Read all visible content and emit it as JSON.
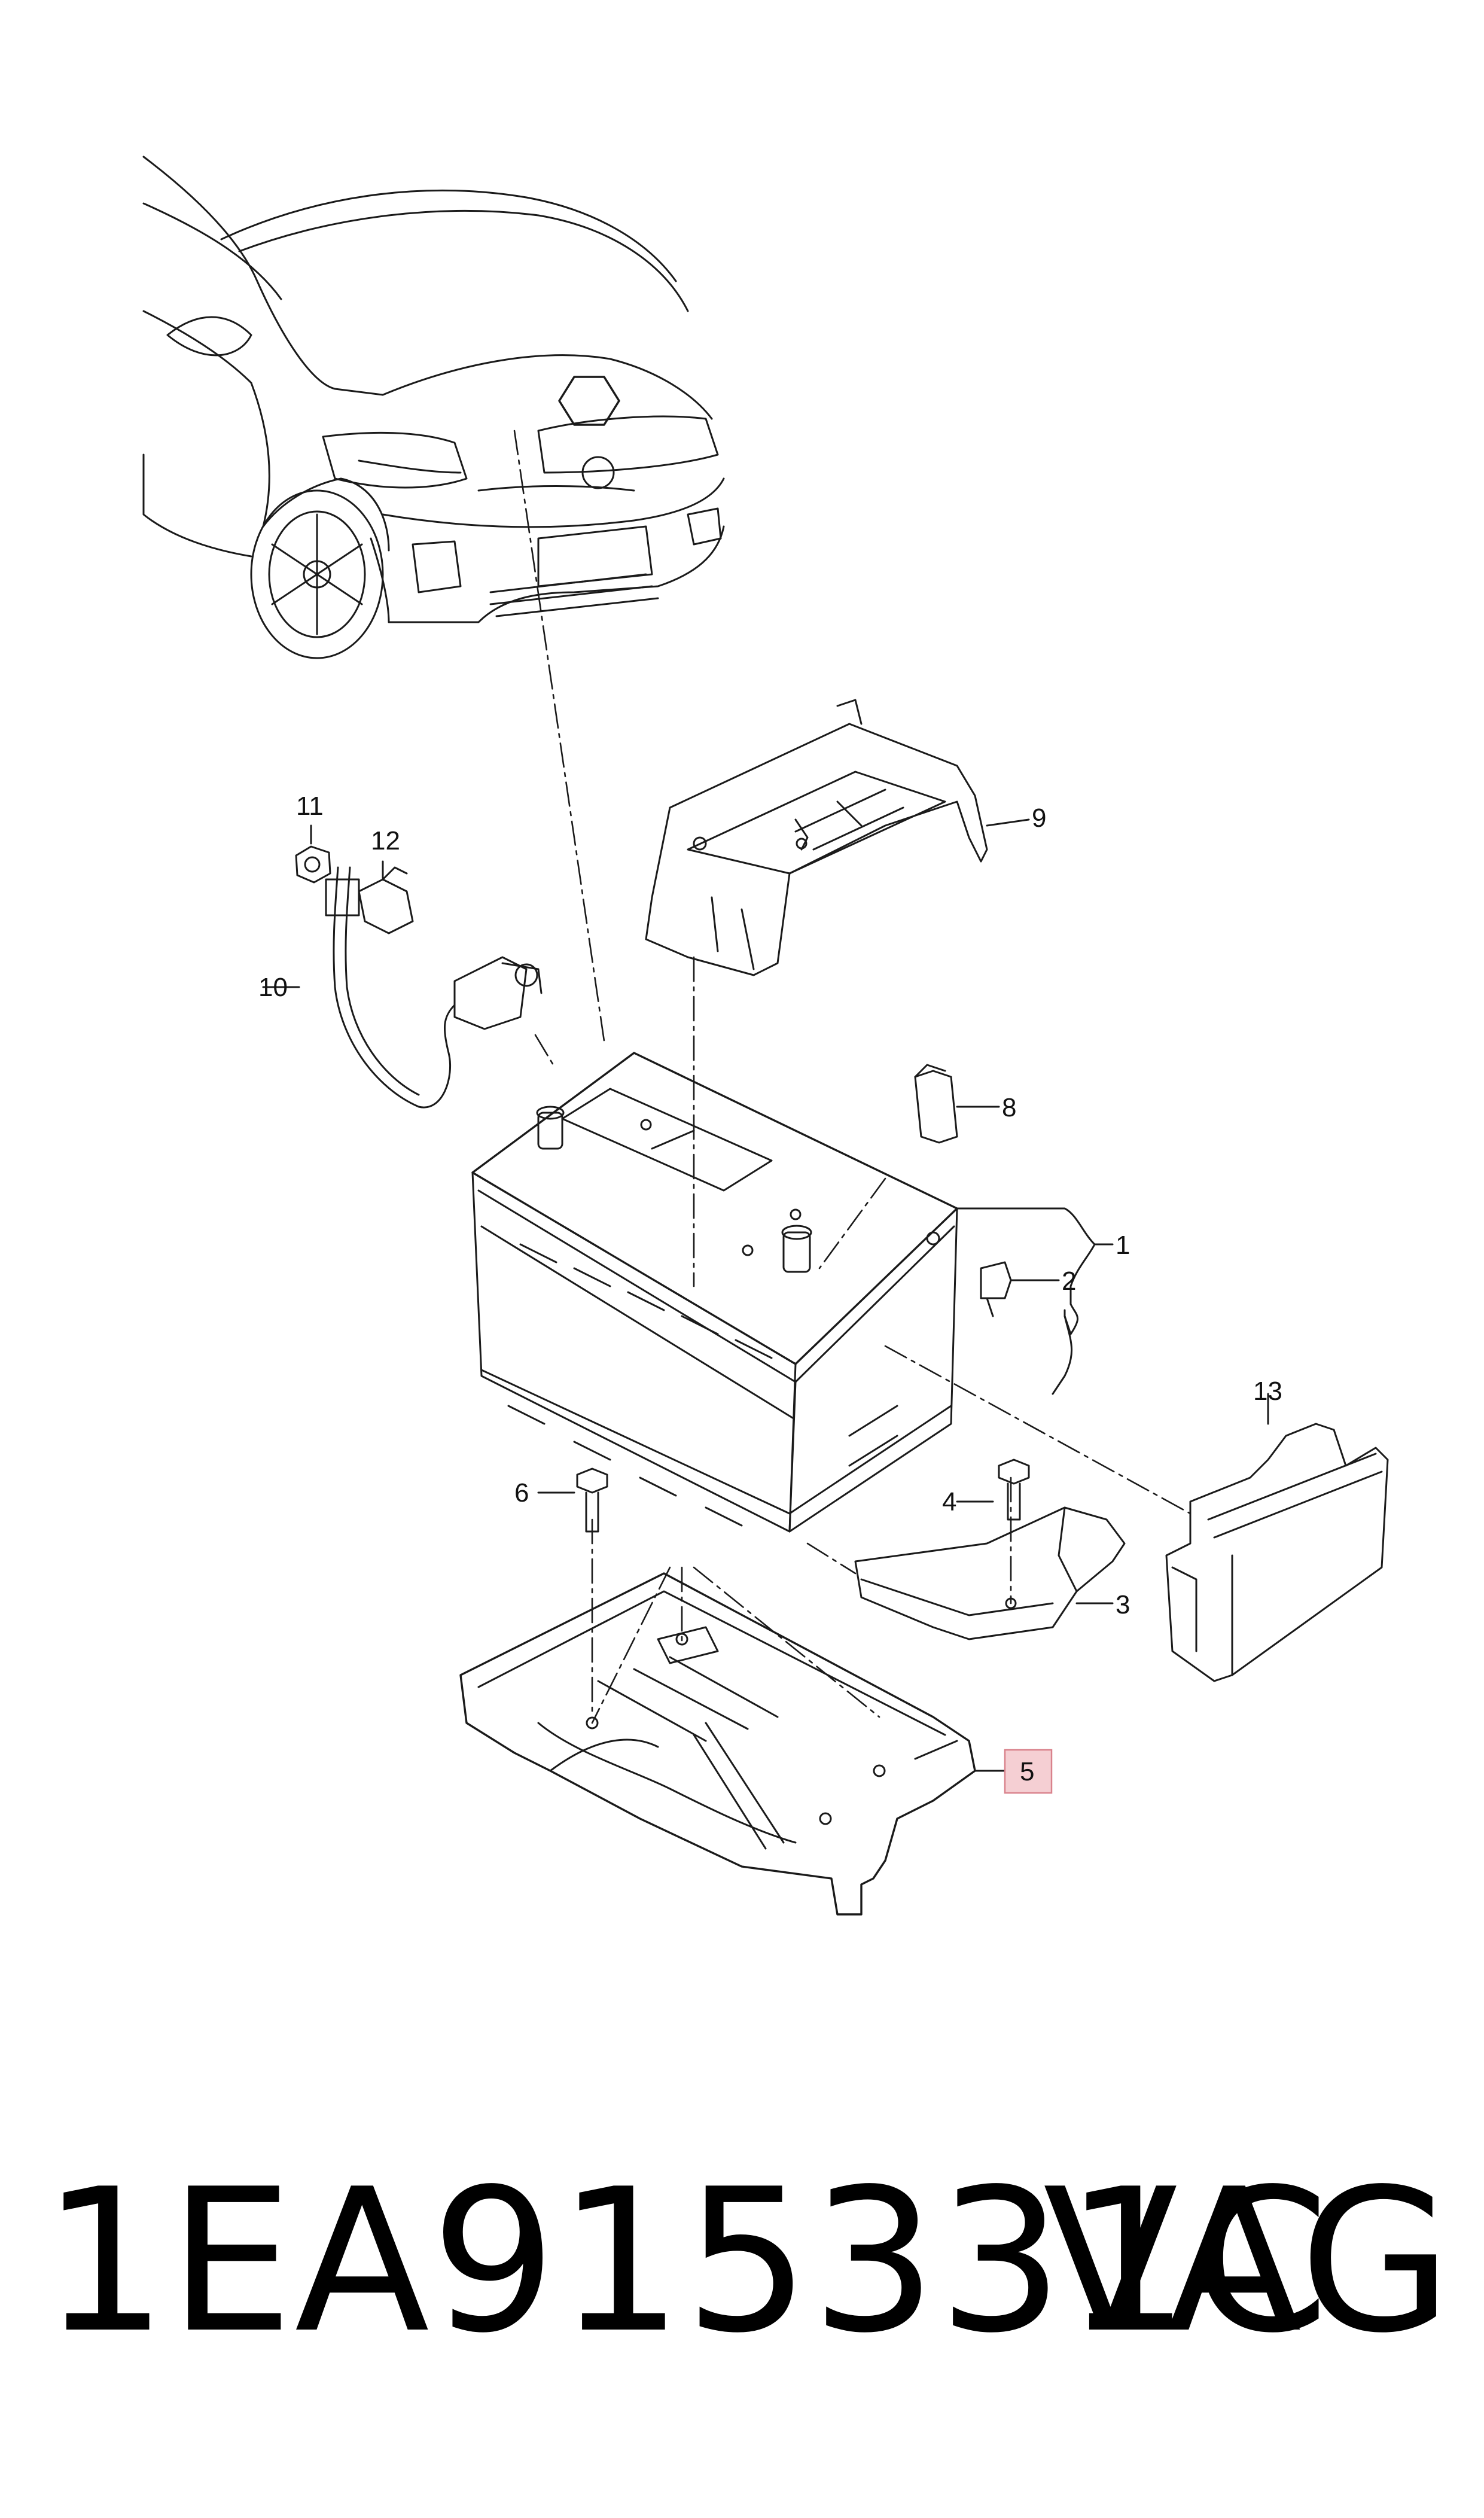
{
  "diagram": {
    "callouts": [
      {
        "id": "1",
        "label": "1"
      },
      {
        "id": "2",
        "label": "2"
      },
      {
        "id": "3",
        "label": "3"
      },
      {
        "id": "4",
        "label": "4"
      },
      {
        "id": "5",
        "label": "5"
      },
      {
        "id": "6",
        "label": "6"
      },
      {
        "id": "8",
        "label": "8"
      },
      {
        "id": "9",
        "label": "9"
      },
      {
        "id": "10",
        "label": "10"
      },
      {
        "id": "11",
        "label": "11"
      },
      {
        "id": "12",
        "label": "12"
      },
      {
        "id": "13",
        "label": "13"
      }
    ],
    "highlighted_callout": "5",
    "highlight_color": "#f5cfd3",
    "highlight_border_color": "#d9828c",
    "line_color": "#1a1a1a"
  },
  "footer": {
    "part_number": "1EA915331C",
    "brand": "VAG"
  }
}
